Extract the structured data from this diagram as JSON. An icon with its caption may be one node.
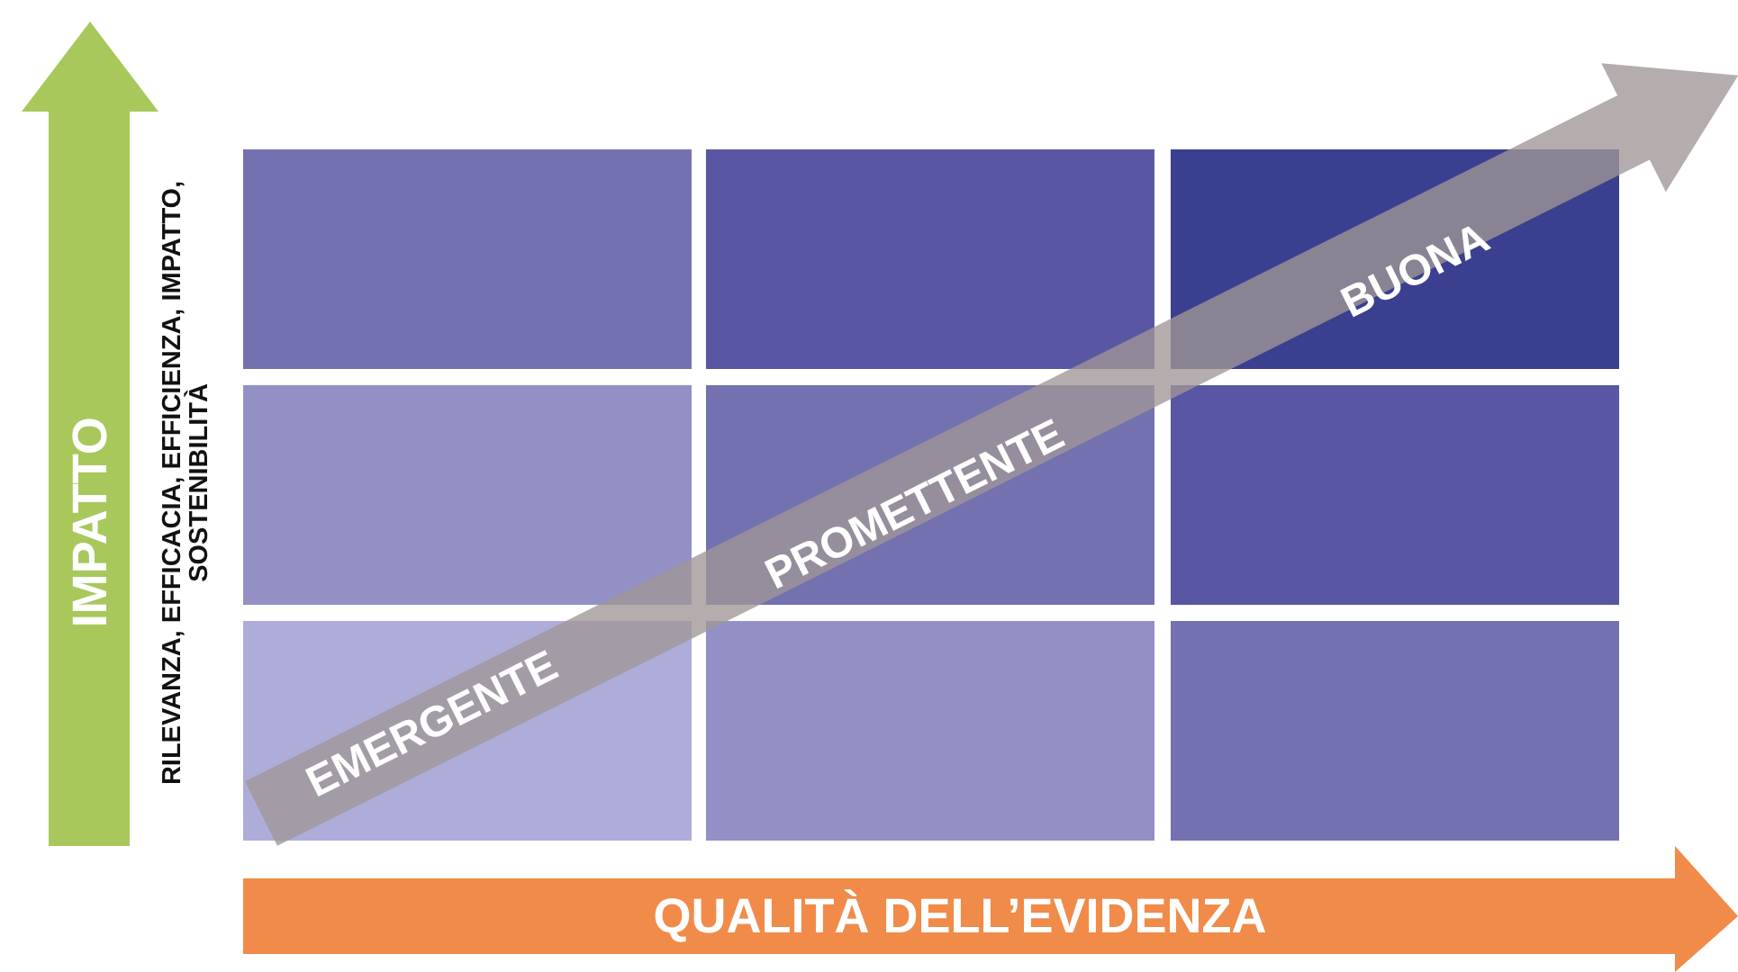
{
  "diagram": {
    "nodes": [
      {
        "text": [],
        "shape": "box"
      },
      {
        "text": [],
        "shape": "box"
      },
      {
        "text": [],
        "shape": "box"
      },
      {
        "text": [],
        "shape": "box"
      },
      {
        "text": [],
        "shape": "box"
      },
      {
        "text": [],
        "shape": "box"
      },
      {
        "text": [],
        "shape": "box"
      },
      {
        "text": [],
        "shape": "box"
      },
      {
        "text": [],
        "shape": "box"
      }
    ],
    "labels": [
      "IMPATTO",
      "RILEVANZA, EFFICACIA, EFFICIENZA, IMPATTO, SOSTENIBILITÀ",
      "BUONA",
      "PROMETTENTE",
      "EMERGENTE",
      "QUALITÀ DELL’EVIDENZA"
    ]
  }
}
